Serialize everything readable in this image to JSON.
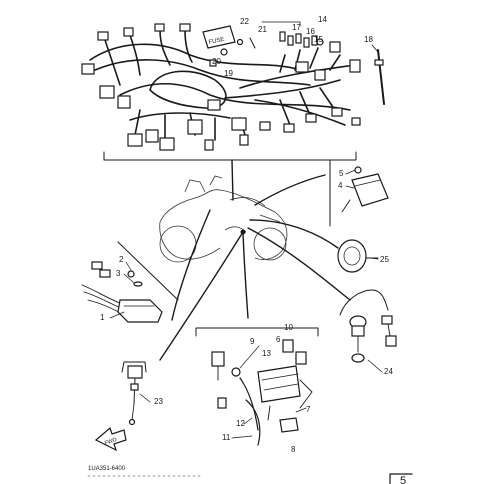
{
  "diagram": {
    "part_numbers": {
      "n1": "1",
      "n2": "2",
      "n3": "3",
      "n4": "4",
      "n5": "5",
      "n6": "6",
      "n7": "7",
      "n8": "8",
      "n9": "9",
      "n10": "10",
      "n11": "11",
      "n12": "12",
      "n13": "13",
      "n14": "14",
      "n15": "15",
      "n16": "16",
      "n17": "17",
      "n18": "18",
      "n19": "19",
      "n20": "20",
      "n21": "21",
      "n22": "22",
      "n23": "23",
      "n24": "24",
      "n25": "25"
    },
    "fuse_label": "FUSE",
    "front_label": "FWD",
    "catalog_code": "1UA351-6400",
    "page_mark": "5"
  },
  "colors": {
    "ink": "#1a1a1a",
    "paper": "#ffffff"
  }
}
